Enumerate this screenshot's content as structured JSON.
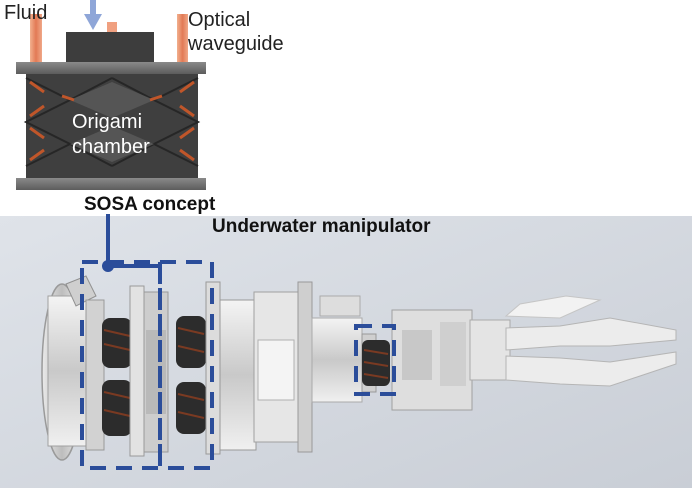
{
  "labels": {
    "fluid": "Fluid",
    "optical_line1": "Optical",
    "optical_line2": "waveguide",
    "origami_line1": "Origami",
    "origami_line2": "chamber",
    "sosa_concept": "SOSA concept",
    "underwater_manipulator": "Underwater manipulator"
  },
  "colors": {
    "fluid_arrow": "#8fa6d8",
    "waveguide": "#e8906a",
    "dashed_outline": "#2b4d9a",
    "background_panel": "#d5dae1",
    "chamber_dark": "#3a3a3a",
    "chamber_highlight": "#c0562a"
  }
}
